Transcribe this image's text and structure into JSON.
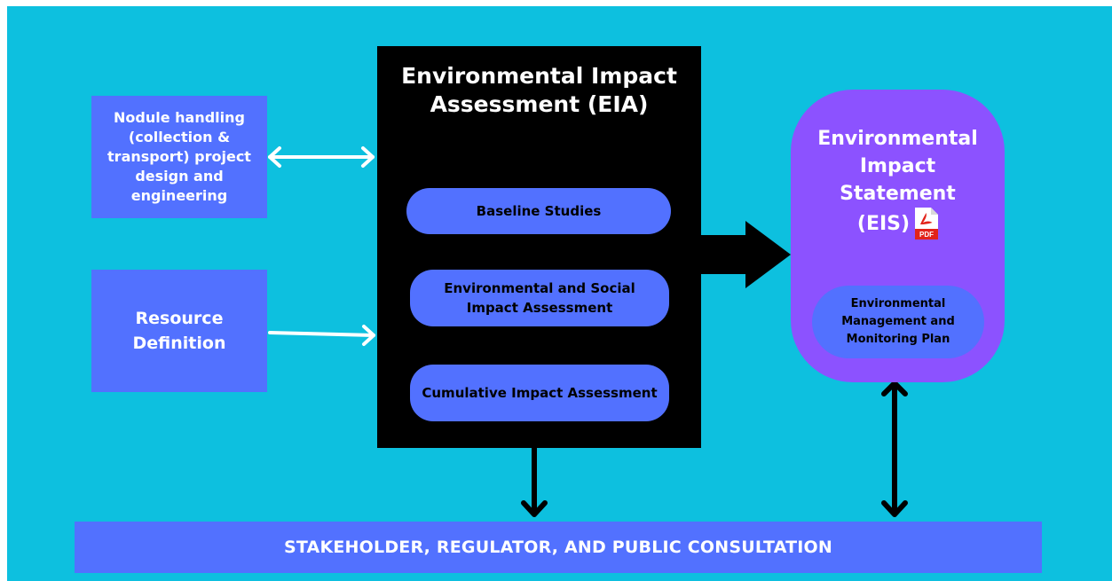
{
  "nodes": {
    "nodule_handling": "Nodule handling (collection & transport) project design and engineering",
    "resource_definition": "Resource Definition",
    "eia": {
      "title": "Environmental Impact Assessment (EIA)",
      "items": [
        "Baseline Studies",
        "Environmental and Social Impact Assessment",
        "Cumulative Impact Assessment"
      ]
    },
    "eis": {
      "title_lines": [
        "Environmental",
        "Impact",
        "Statement",
        "(EIS)"
      ],
      "pdf_icon": "pdf-file-icon",
      "pdf_label": "PDF",
      "plan": "Environmental Management and Monitoring Plan"
    },
    "consultation": "STAKEHOLDER, REGULATOR, AND PUBLIC CONSULTATION"
  },
  "colors": {
    "background": "#0dc0df",
    "box_blue": "#5271ff",
    "eia_black": "#000000",
    "eis_purple": "#8c52ff",
    "arrow_white": "#ffffff",
    "pdf_red": "#e2231a"
  },
  "edges": [
    {
      "from": "nodule_handling",
      "to": "eia",
      "style": "double-headed",
      "color": "white"
    },
    {
      "from": "resource_definition",
      "to": "eia",
      "style": "single-headed",
      "color": "white"
    },
    {
      "from": "eia",
      "to": "eis",
      "style": "thick-block",
      "color": "black"
    },
    {
      "from": "eia",
      "to": "consultation",
      "style": "single-headed",
      "color": "black"
    },
    {
      "from": "eis",
      "to": "consultation",
      "style": "double-headed",
      "color": "black"
    }
  ]
}
